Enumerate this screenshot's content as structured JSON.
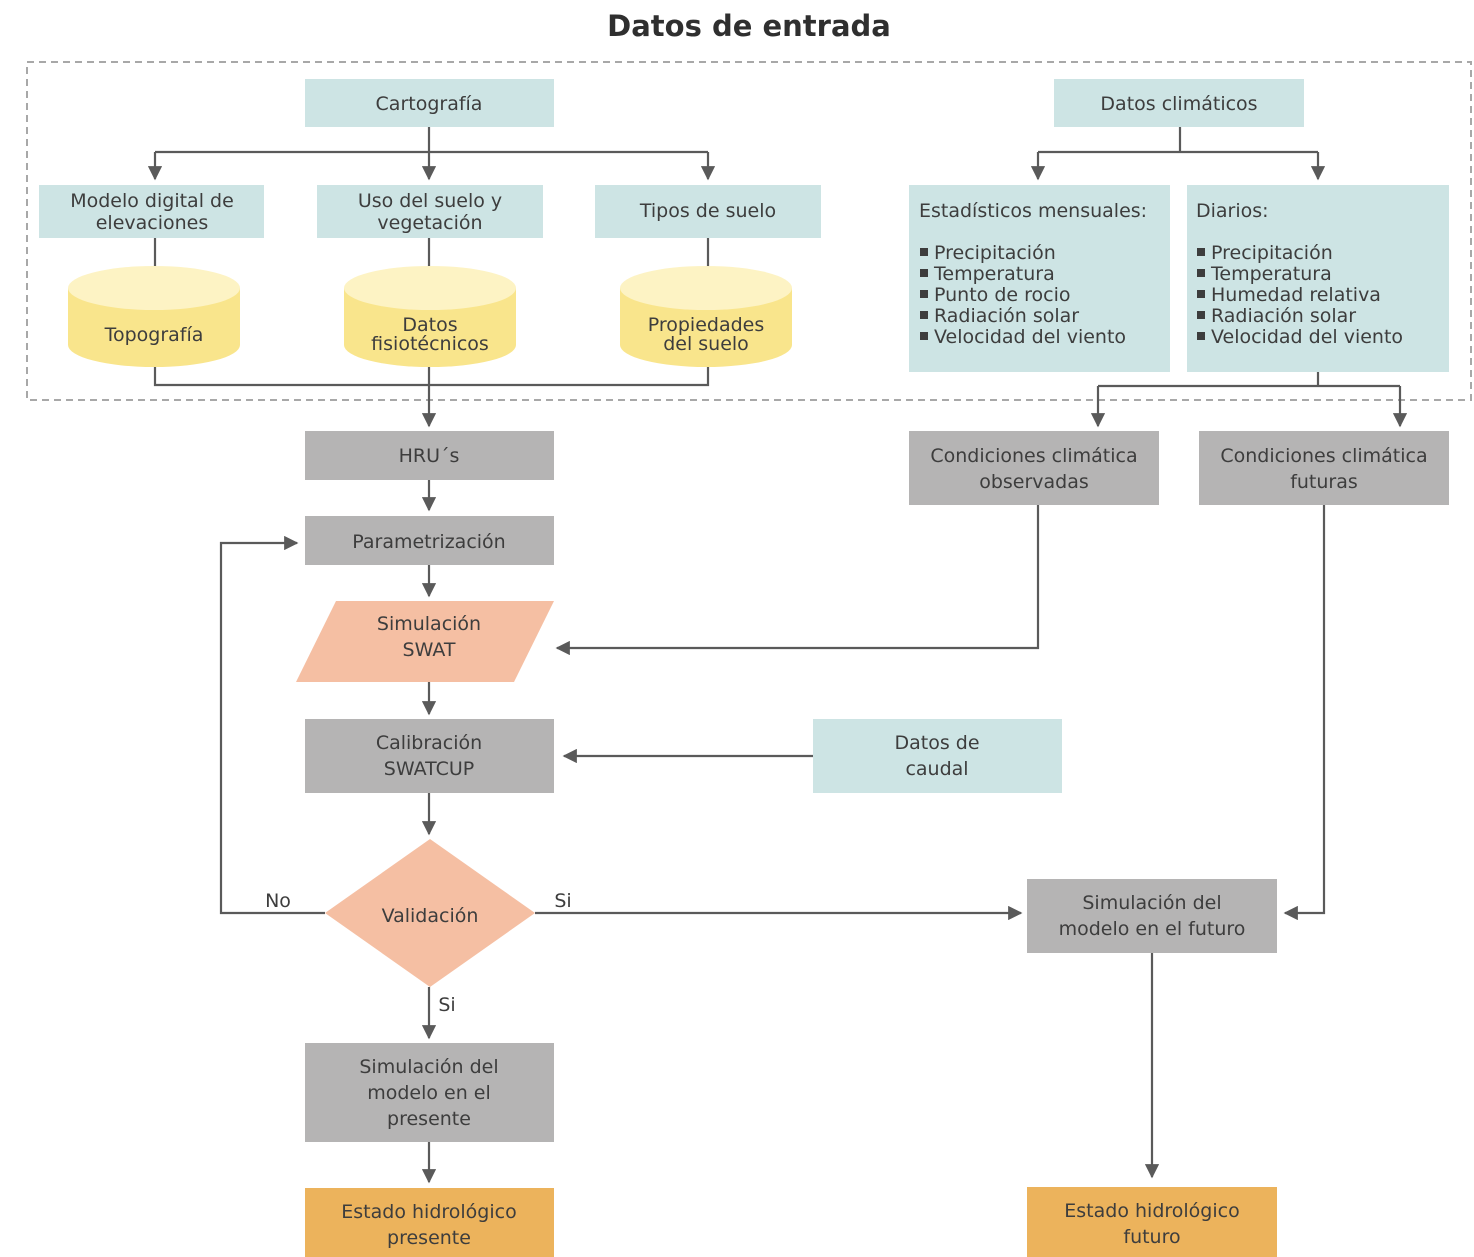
{
  "title": "Datos de entrada",
  "colors": {
    "teal": "#cde4e4",
    "gray": "#b5b4b4",
    "yellow": "#f9e58c",
    "yellow_top": "#fdf3c4",
    "salmon": "#f5bfa3",
    "orange": "#ecb35c",
    "line": "#5a5a5a",
    "dash": "#a8a8a8"
  },
  "nodes": {
    "cartografia": "Cartografía",
    "datos_climaticos": "Datos climáticos",
    "mde": [
      "Modelo digital de",
      "elevaciones"
    ],
    "uso_suelo": [
      "Uso del suelo y",
      "vegetación"
    ],
    "tipos_suelo": "Tipos de suelo",
    "topografia": "Topografía",
    "datos_fisio": [
      "Datos",
      "fisiotécnicos"
    ],
    "propiedades": [
      "Propiedades",
      "del suelo"
    ],
    "estadisticos": {
      "heading": "Estadísticos mensuales:",
      "items": [
        "Precipitación",
        "Temperatura",
        "Punto de rocio",
        "Radiación solar",
        "Velocidad del viento"
      ]
    },
    "diarios": {
      "heading": "Diarios:",
      "items": [
        "Precipitación",
        "Temperatura",
        "Humedad relativa",
        "Radiación solar",
        "Velocidad del viento"
      ]
    },
    "hrus": "HRU´s",
    "cond_obs": [
      "Condiciones climática",
      "observadas"
    ],
    "cond_fut": [
      "Condiciones climática",
      "futuras"
    ],
    "parametrizacion": "Parametrización",
    "simulacion_swat": [
      "Simulación",
      "SWAT"
    ],
    "calibracion": [
      "Calibración",
      "SWATCUP"
    ],
    "datos_caudal": [
      "Datos de",
      "caudal"
    ],
    "validacion": "Validación",
    "sim_futuro": [
      "Simulación del",
      "modelo en el futuro"
    ],
    "sim_presente": [
      "Simulación del",
      "modelo en el",
      "presente"
    ],
    "estado_presente": [
      "Estado hidrológico",
      "presente"
    ],
    "estado_futuro": [
      "Estado hidrológico",
      "futuro"
    ]
  },
  "edge_labels": {
    "no": "No",
    "si_right": "Si",
    "si_down": "Si"
  }
}
